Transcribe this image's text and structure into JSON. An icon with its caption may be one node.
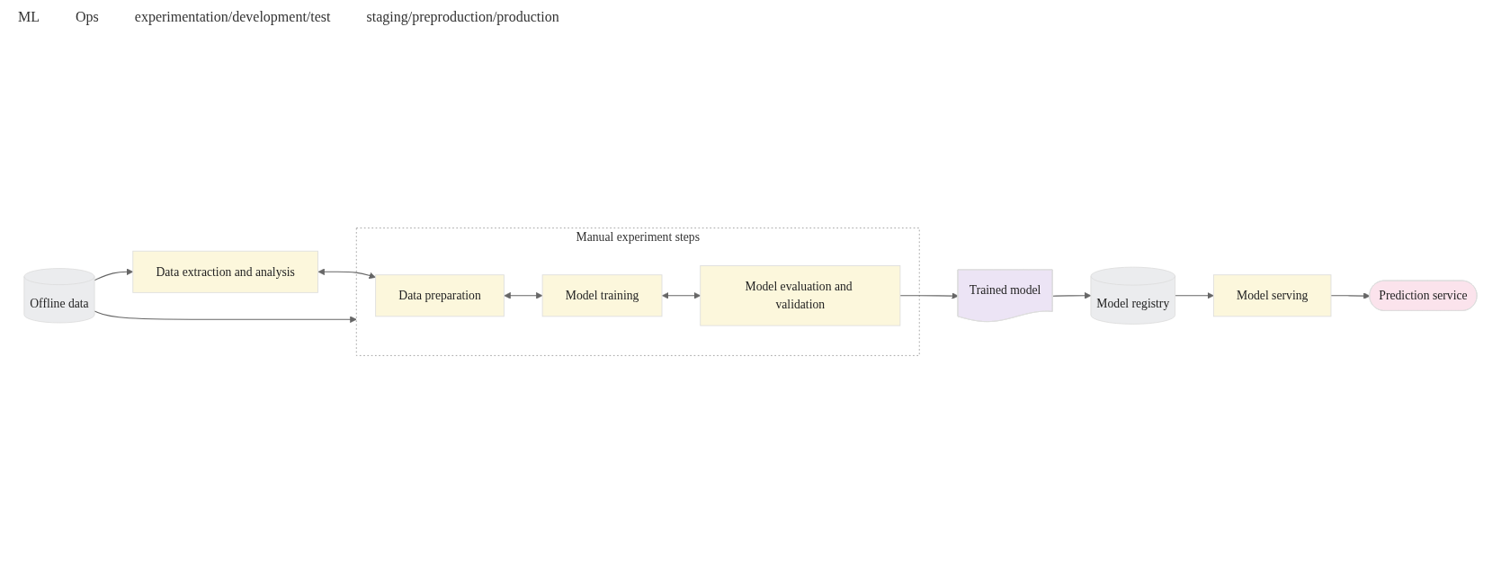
{
  "diagram": {
    "nodes": [
      {
        "text": [
          "Offline data"
        ]
      },
      {
        "text": [
          "Data extraction and analysis"
        ]
      },
      {
        "text": [
          "Manual experiment steps"
        ]
      },
      {
        "text": [
          "Data preparation"
        ],
        "in": 2
      },
      {
        "text": [
          "Model training"
        ],
        "in": 2
      },
      {
        "text": [
          "Model evaluation and validation"
        ],
        "in": 2
      },
      {
        "text": [
          "Trained model"
        ]
      },
      {
        "text": [
          "Model registry"
        ]
      },
      {
        "text": [
          "Model serving"
        ]
      },
      {
        "text": [
          "Prediction service"
        ]
      }
    ],
    "edges": [
      {
        "from": 0,
        "to": 1,
        "arrow": "to"
      },
      {
        "from": 0,
        "to": 2,
        "arrow": "to"
      },
      {
        "from": 1,
        "to": 3,
        "arrow": "both"
      },
      {
        "from": 3,
        "to": 4,
        "arrow": "both"
      },
      {
        "from": 4,
        "to": 5,
        "arrow": "both"
      },
      {
        "from": 5,
        "to": 6,
        "arrow": "to"
      },
      {
        "from": 6,
        "to": 7,
        "arrow": "to"
      },
      {
        "from": 7,
        "to": 8,
        "arrow": "to"
      },
      {
        "from": 8,
        "to": 9,
        "arrow": "to"
      }
    ],
    "labels": [
      "ML",
      "Ops",
      "experimentation/development/test",
      "staging/preproduction/production"
    ]
  }
}
